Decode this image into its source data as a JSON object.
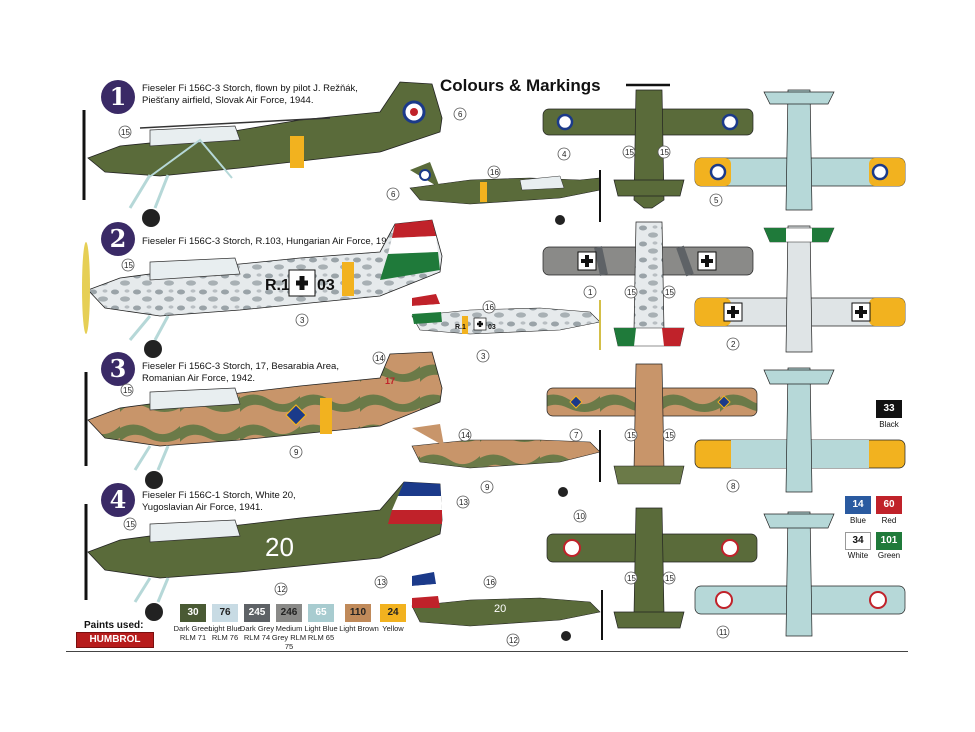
{
  "title": "Colours & Markings",
  "schemes": [
    {
      "number": "1",
      "caption": "Fieseler Fi 156C-3 Storch, flown by pilot J. Režňák, Piešťany airfield, Slovak Air Force, 1944."
    },
    {
      "number": "2",
      "caption": "Fieseler Fi 156C-3 Storch, R.103, Hungarian Air Force, 1944."
    },
    {
      "number": "3",
      "caption": "Fieseler Fi 156C-3 Storch, 17, Besarabia Area, Romanian Air Force, 1942."
    },
    {
      "number": "4",
      "caption": "Fieseler Fi 156C-1 Storch, White 20, Yugoslavian Air Force, 1941."
    }
  ],
  "markings": {
    "hun_code_left": "R.1",
    "hun_code_right": "03",
    "hun_small_left": "R.1",
    "hun_small_right": "03",
    "yug_code": "20",
    "rom_code": "17"
  },
  "callouts": [
    "1",
    "2",
    "3",
    "4",
    "5",
    "6",
    "7",
    "8",
    "9",
    "10",
    "11",
    "12",
    "13",
    "14",
    "15",
    "16"
  ],
  "legend": [
    {
      "code": "33",
      "label": "Black",
      "color": "#111111"
    },
    {
      "code": "14",
      "label": "Blue",
      "color": "#2a5aa0"
    },
    {
      "code": "60",
      "label": "Red",
      "color": "#c0222a"
    },
    {
      "code": "34",
      "label": "White",
      "color": "#ffffff"
    },
    {
      "code": "101",
      "label": "Green",
      "color": "#1f7a3a"
    }
  ],
  "paints_used_label": "Paints used:",
  "brand": "HUMBROL",
  "paints": [
    {
      "code": "30",
      "label": "Dark Green RLM 71",
      "color": "#4a5a34",
      "text_color": "#ffffff"
    },
    {
      "code": "76",
      "label": "Light Blue RLM 76",
      "color": "#c8dbe4",
      "text_color": "#222222"
    },
    {
      "code": "245",
      "label": "Dark Grey RLM 74",
      "color": "#5e6266",
      "text_color": "#ffffff"
    },
    {
      "code": "246",
      "label": "Medium Grey RLM 75",
      "color": "#8a8a88",
      "text_color": "#222222"
    },
    {
      "code": "65",
      "label": "Light Blue RLM 65",
      "color": "#a8ccd0",
      "text_color": "#ffffff"
    },
    {
      "code": "110",
      "label": "Light Brown",
      "color": "#c08a5a",
      "text_color": "#222222"
    },
    {
      "code": "24",
      "label": "Yellow",
      "color": "#f2b21f",
      "text_color": "#222222"
    }
  ],
  "colors": {
    "slovak_green": "#5a6b3a",
    "light_blue": "#b6d8d8",
    "grey_mottle": "#dfe4e6",
    "rom_brown": "#c8956a",
    "rom_green": "#6b7a48",
    "yellow": "#f2b21f"
  }
}
